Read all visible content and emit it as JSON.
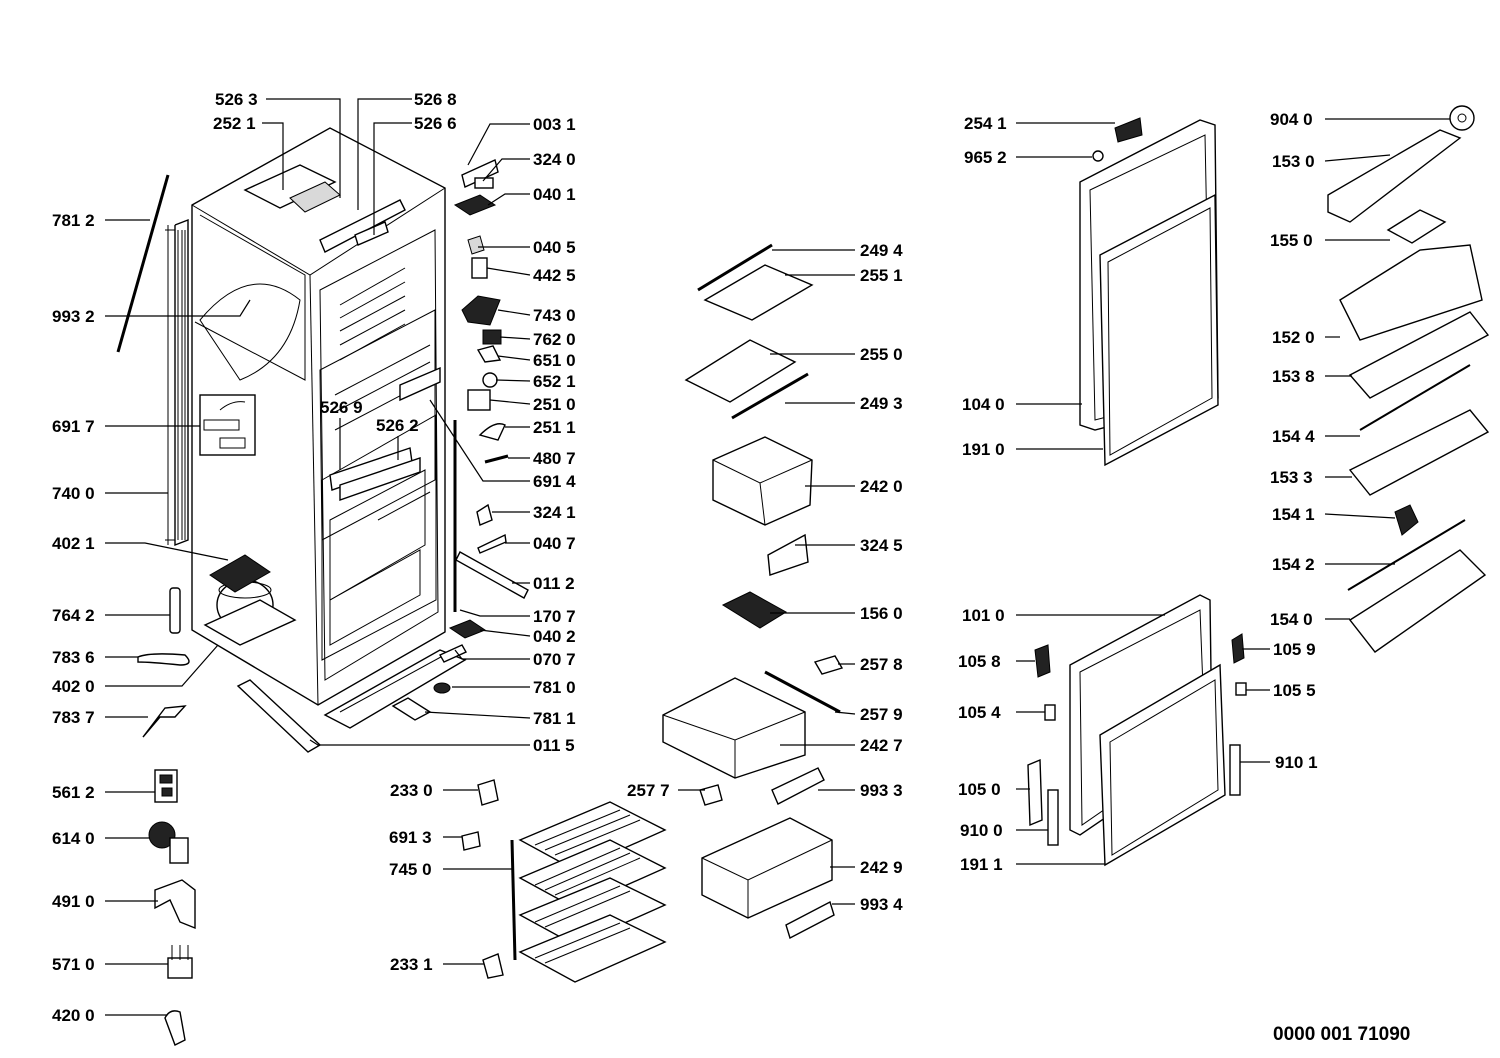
{
  "labels": {
    "p5263": "526 3",
    "p2521": "252 1",
    "p5268": "526 8",
    "p5266": "526 6",
    "p0031": "003 1",
    "p3240": "324 0",
    "p0401": "040 1",
    "p0405": "040 5",
    "p4425": "442 5",
    "p7430": "743 0",
    "p7620": "762 0",
    "p6510": "651 0",
    "p6521": "652 1",
    "p2510": "251 0",
    "p2511": "251 1",
    "p4807": "480 7",
    "p6914": "691 4",
    "p3241": "324 1",
    "p0407": "040 7",
    "p0112": "011 2",
    "p1707": "170 7",
    "p0402": "040 2",
    "p0707": "070 7",
    "p7810": "781 0",
    "p7811": "781 1",
    "p0115": "011 5",
    "p5269": "526 9",
    "p5262": "526 2",
    "p7812": "781 2",
    "p9932": "993 2",
    "p6917": "691 7",
    "p7400": "740 0",
    "p4021": "402 1",
    "p7642": "764 2",
    "p7836": "783 6",
    "p4020": "402 0",
    "p7837": "783 7",
    "p5612": "561 2",
    "p6140": "614 0",
    "p4910": "491 0",
    "p5710": "571 0",
    "p4200": "420 0",
    "p2330": "233 0",
    "p6913": "691 3",
    "p7450": "745 0",
    "p2331": "233 1",
    "p2494": "249 4",
    "p2551": "255 1",
    "p2550": "255 0",
    "p2493": "249 3",
    "p2420": "242 0",
    "p3245": "324 5",
    "p1560": "156 0",
    "p2578": "257 8",
    "p2579": "257 9",
    "p2427": "242 7",
    "p2577": "257 7",
    "p9933": "993 3",
    "p2429": "242 9",
    "p9934": "993 4",
    "p2541": "254 1",
    "p9652": "965 2",
    "p1040": "104 0",
    "p1910": "191 0",
    "p1010": "101 0",
    "p1058": "105 8",
    "p1054": "105 4",
    "p1050": "105 0",
    "p9100": "910 0",
    "p1911": "191 1",
    "p9040": "904 0",
    "p1530": "153 0",
    "p1550": "155 0",
    "p1520": "152 0",
    "p1538": "153 8",
    "p1544": "154 4",
    "p1533": "153 3",
    "p1541": "154 1",
    "p1542": "154 2",
    "p1540": "154 0",
    "p1059": "105 9",
    "p1055": "105 5",
    "p9101": "910 1"
  },
  "drawing_number": "0000 001 71090"
}
